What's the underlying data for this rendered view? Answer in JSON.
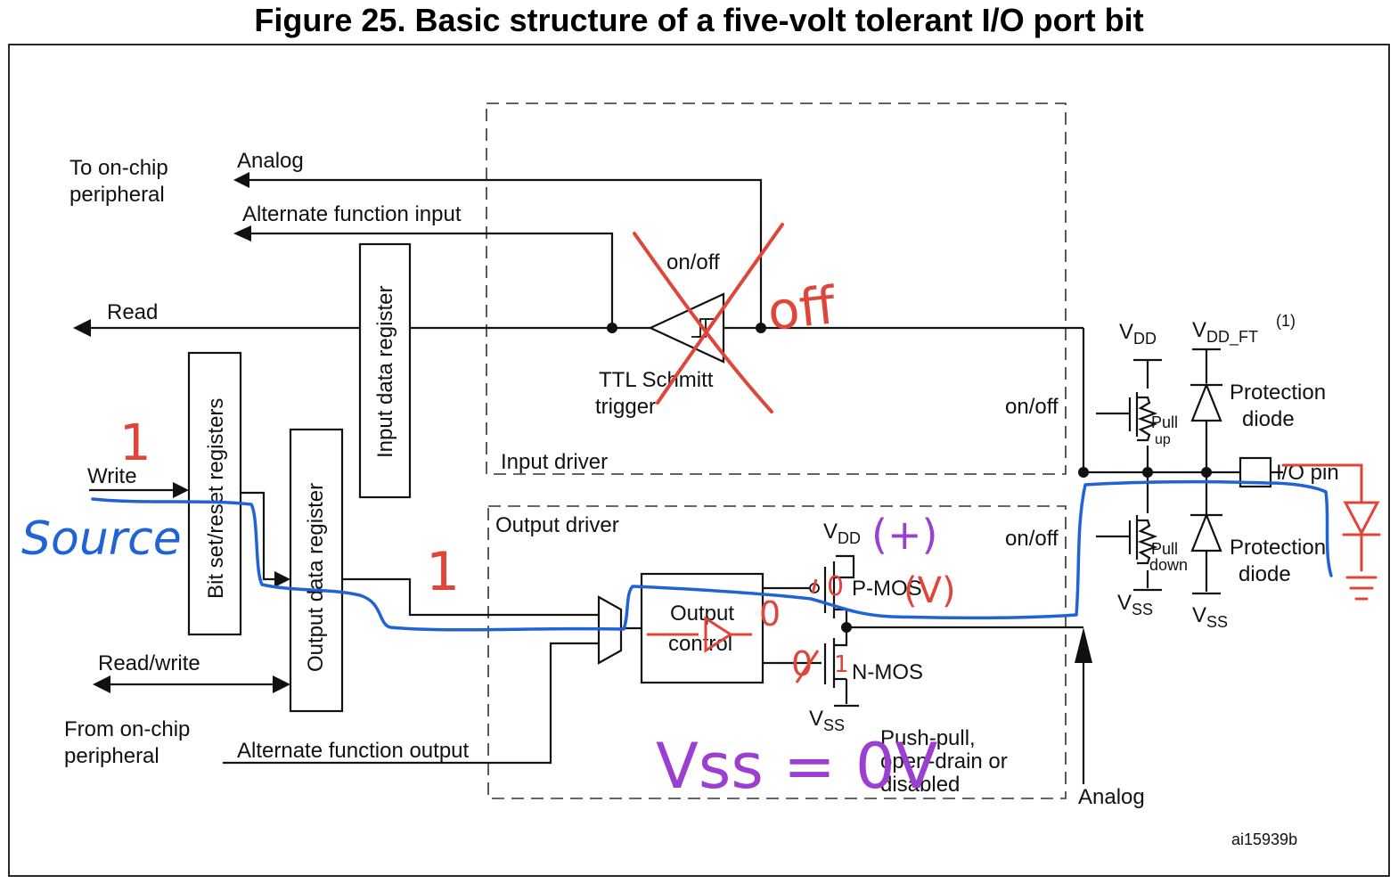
{
  "figure": {
    "title": "Figure 25. Basic structure of a five-volt tolerant I/O port bit",
    "ref_code": "ai15939b"
  },
  "signals": {
    "to_onchip_1": "To on-chip",
    "to_onchip_2": "peripheral",
    "analog_top": "Analog",
    "alt_fn_input": "Alternate function input",
    "read": "Read",
    "write": "Write",
    "read_write": "Read/write",
    "from_onchip_1": "From on-chip",
    "from_onchip_2": "peripheral",
    "alt_fn_output": "Alternate function output",
    "analog_bottom": "Analog"
  },
  "blocks": {
    "bit_set_reset": "Bit set/reset registers",
    "output_data_register": "Output data register",
    "input_data_register": "Input data register",
    "output_control_1": "Output",
    "output_control_2": "control",
    "input_driver": "Input driver",
    "output_driver": "Output driver",
    "schmitt_1": "TTL Schmitt",
    "schmitt_2": "trigger",
    "on_off": "on/off",
    "on_off_input": "on/off",
    "on_off_output": "on/off",
    "pmos": "P-MOS",
    "nmos": "N-MOS",
    "mode_1": "Push-pull,",
    "mode_2": "open-drain or",
    "mode_3": "disabled"
  },
  "pins": {
    "v": "V",
    "dd": "DD",
    "ss": "SS",
    "dd_ft": "DD_FT",
    "footnote": "(1)",
    "pull": "Pull",
    "up": "up",
    "down": "down",
    "protection": "Protection",
    "diode": "diode",
    "io_pin": "I/O pin"
  },
  "annotations": {
    "one_write": "1",
    "one_output": "1",
    "source": "Source",
    "off": "off",
    "plus": "(+)",
    "volt": "(V)",
    "zero": "0",
    "zero_pmos": "0",
    "zero_nmos": "0",
    "one_nmos": "1",
    "vss_eq": "Vss = 0V"
  },
  "colors": {
    "ink": "#111111",
    "annotation_red": "#e0453a",
    "annotation_blue": "#1f63d6",
    "annotation_purple": "#9b3fd1"
  }
}
